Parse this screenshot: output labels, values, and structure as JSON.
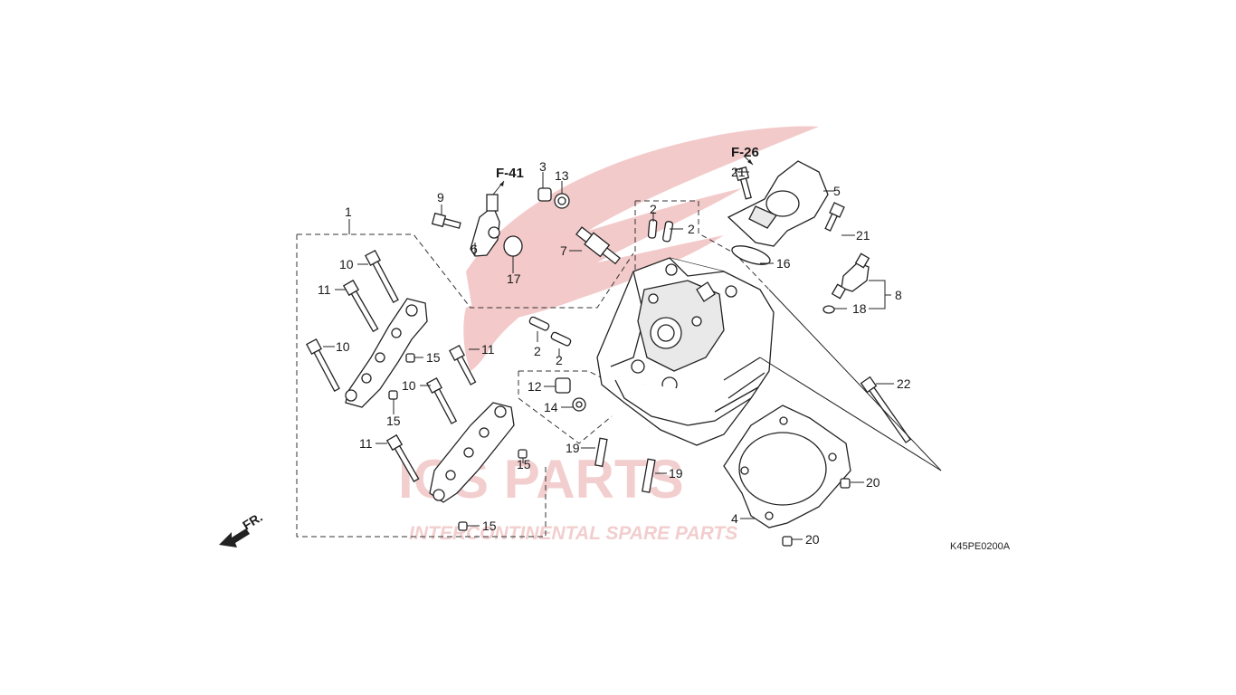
{
  "diagram": {
    "code": "K45PE0200A",
    "front_label": "FR.",
    "refs": {
      "f41": "F-41",
      "f26": "F-26"
    },
    "callouts": {
      "c1": "1",
      "c2a": "2",
      "c2b": "2",
      "c2c": "2",
      "c2d": "2",
      "c3": "3",
      "c4": "4",
      "c5": "5",
      "c6": "6",
      "c7": "7",
      "c8": "8",
      "c9": "9",
      "c10a": "10",
      "c10b": "10",
      "c10c": "10",
      "c11a": "11",
      "c11b": "11",
      "c11c": "11",
      "c12": "12",
      "c13": "13",
      "c14": "14",
      "c15a": "15",
      "c15b": "15",
      "c15c": "15",
      "c15d": "15",
      "c16": "16",
      "c17": "17",
      "c18": "18",
      "c19a": "19",
      "c19b": "19",
      "c20a": "20",
      "c20b": "20",
      "c21a": "21",
      "c21b": "21",
      "c22": "22"
    }
  },
  "watermark": {
    "brand": "ICS PARTS",
    "tagline": "INTERCONTINENTAL SPARE PARTS",
    "color": "#e8a0a0"
  }
}
